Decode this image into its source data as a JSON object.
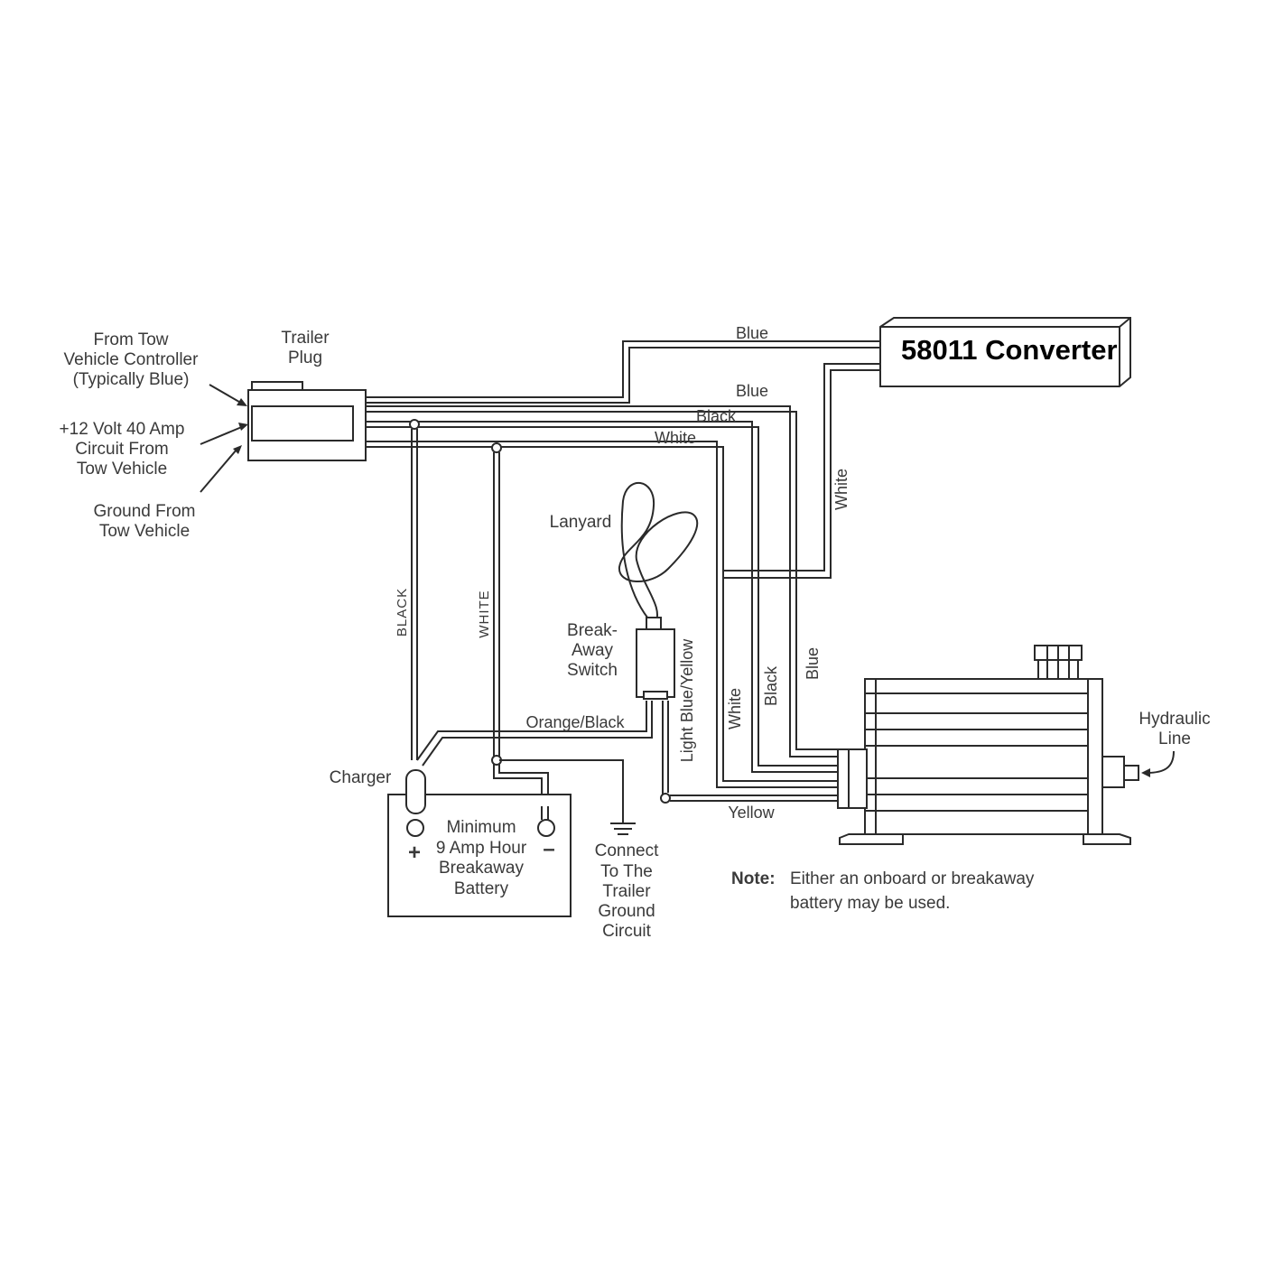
{
  "labels": {
    "from_tow_controller": [
      "From Tow",
      "Vehicle Controller",
      "(Typically Blue)"
    ],
    "twelve_volt": [
      "+12 Volt 40 Amp",
      "Circuit From",
      "Tow Vehicle"
    ],
    "ground_from": [
      "Ground From",
      "Tow Vehicle"
    ],
    "trailer_plug": [
      "Trailer",
      "Plug"
    ],
    "converter": "58011 Converter",
    "lanyard": "Lanyard",
    "breakaway_switch": [
      "Break-",
      "Away",
      "Switch"
    ],
    "charger": "Charger",
    "battery": [
      "Minimum",
      "9 Amp Hour",
      "Breakaway",
      "Battery"
    ],
    "plus": "+",
    "minus": "–",
    "connect_ground": [
      "Connect",
      "To The",
      "Trailer",
      "Ground",
      "Circuit"
    ],
    "hydraulic_line": [
      "Hydraulic",
      "Line"
    ]
  },
  "wires": {
    "blue_top": "Blue",
    "blue_mid": "Blue",
    "black_mid": "Black",
    "white_mid": "White",
    "white_converter": "White",
    "black_vertical": "BLACK",
    "white_vertical": "WHITE",
    "orange_black": "Orange/Black",
    "light_blue_yellow": "Light Blue/Yellow",
    "white_motor": "White",
    "black_motor": "Black",
    "blue_motor": "Blue",
    "yellow": "Yellow"
  },
  "note": {
    "title": "Note:",
    "lines": [
      "Either an onboard or breakaway",
      "battery may be used."
    ]
  }
}
